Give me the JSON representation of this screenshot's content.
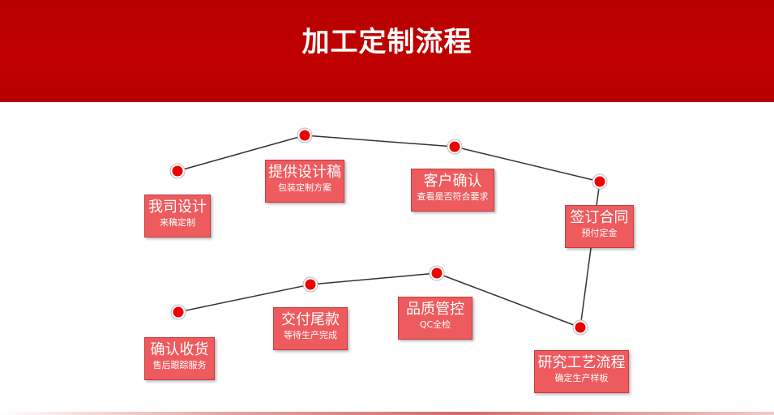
{
  "header": {
    "title": "加工定制流程"
  },
  "colors": {
    "header_bg": "#c00000",
    "node_fill": "#ee0000",
    "box_fill": "#ee5b5e",
    "line": "#333333"
  },
  "steps": [
    {
      "title": "我司设计",
      "subtitle": "来稿定制"
    },
    {
      "title": "提供设计稿",
      "subtitle": "包装定制方案"
    },
    {
      "title": "客户确认",
      "subtitle": "查看是否符合要求"
    },
    {
      "title": "签订合同",
      "subtitle": "预付定金"
    },
    {
      "title": "研究工艺流程",
      "subtitle": "确定生产样板"
    },
    {
      "title": "品质管控",
      "subtitle": "QC全检"
    },
    {
      "title": "交付尾款",
      "subtitle": "等待生产完成"
    },
    {
      "title": "确认收货",
      "subtitle": "售后跟踪服务"
    }
  ]
}
